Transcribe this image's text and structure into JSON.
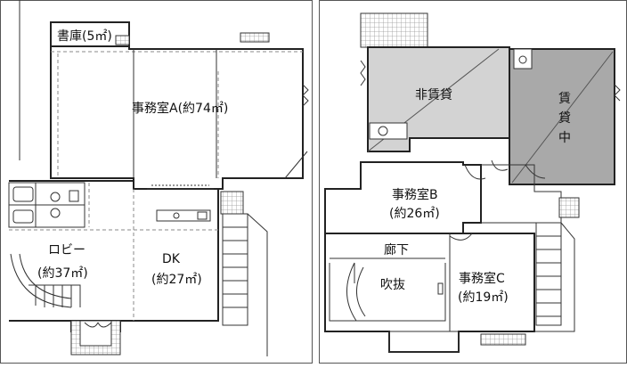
{
  "floor_left": {
    "rooms": {
      "storage": "書庫(5㎡)",
      "office_a": "事務室A(約74㎡)",
      "lobby_name": "ロビー",
      "lobby_area": "(約37㎡)",
      "dk_name": "DK",
      "dk_area": "(約27㎡)"
    }
  },
  "floor_right": {
    "rooms": {
      "non_rental": "非賃貸",
      "rental_1": "賃",
      "rental_2": "貸",
      "rental_3": "中",
      "office_b_name": "事務室B",
      "office_b_area": "(約26㎡)",
      "corridor": "廊下",
      "atrium": "吹抜",
      "office_c_name": "事務室C",
      "office_c_area": "(約19㎡)"
    }
  },
  "colors": {
    "non_rental_fill": "#d3d3d3",
    "rental_fill": "#a9a9a9",
    "wall": "#222222"
  }
}
